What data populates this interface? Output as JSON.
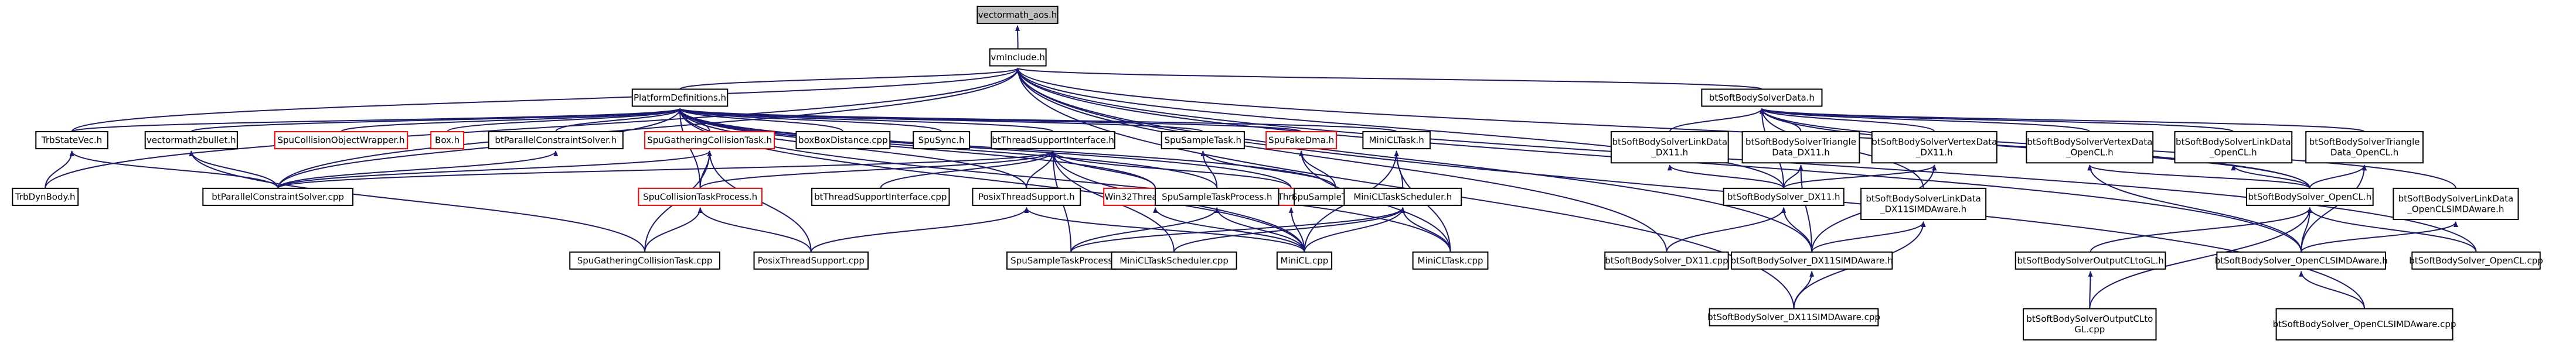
{
  "colors": {
    "edge": "#191970",
    "border_default": "#000000",
    "border_truncated": "#ff0000",
    "fill_default": "#ffffff",
    "fill_root": "#bfbfbf"
  },
  "nodes": [
    {
      "id": "vectormath_aos",
      "lines": [
        "vectormath_aos.h"
      ],
      "style": "root"
    },
    {
      "id": "vmInclude",
      "lines": [
        "vmInclude.h"
      ]
    },
    {
      "id": "PlatformDefinitions",
      "lines": [
        "PlatformDefinitions.h"
      ]
    },
    {
      "id": "btSoftBodySolverData",
      "lines": [
        "btSoftBodySolverData.h"
      ]
    },
    {
      "id": "TrbStateVec",
      "lines": [
        "TrbStateVec.h"
      ]
    },
    {
      "id": "TrbDynBody",
      "lines": [
        "TrbDynBody.h"
      ]
    },
    {
      "id": "vectormath2bullet",
      "lines": [
        "vectormath2bullet.h"
      ]
    },
    {
      "id": "SpuCollisionObjectWrapper",
      "lines": [
        "SpuCollisionObjectWrapper.h"
      ],
      "style": "truncated"
    },
    {
      "id": "Box",
      "lines": [
        "Box.h"
      ],
      "style": "truncated"
    },
    {
      "id": "btParallelConstraintSolver_h",
      "lines": [
        "btParallelConstraintSolver.h"
      ]
    },
    {
      "id": "SpuGatheringCollisionTask_h",
      "lines": [
        "SpuGatheringCollisionTask.h"
      ],
      "style": "truncated"
    },
    {
      "id": "boxBoxDistance",
      "lines": [
        "boxBoxDistance.cpp"
      ]
    },
    {
      "id": "SpuSync",
      "lines": [
        "SpuSync.h"
      ]
    },
    {
      "id": "btThreadSupportInterface_h",
      "lines": [
        "btThreadSupportInterface.h"
      ]
    },
    {
      "id": "SpuSampleTask_h",
      "lines": [
        "SpuSampleTask.h"
      ]
    },
    {
      "id": "SpuFakeDma",
      "lines": [
        "SpuFakeDma.h"
      ],
      "style": "truncated"
    },
    {
      "id": "MiniCLTask_h",
      "lines": [
        "MiniCLTask.h"
      ]
    },
    {
      "id": "btParallelConstraintSolver_cpp",
      "lines": [
        "btParallelConstraintSolver.cpp"
      ]
    },
    {
      "id": "SpuCollisionTaskProcess",
      "lines": [
        "SpuCollisionTaskProcess.h"
      ],
      "style": "truncated"
    },
    {
      "id": "btThreadSupportInterface_cpp",
      "lines": [
        "btThreadSupportInterface.cpp"
      ]
    },
    {
      "id": "PosixThreadSupport_h",
      "lines": [
        "PosixThreadSupport.h"
      ]
    },
    {
      "id": "Win32ThreadSupport",
      "lines": [
        "Win32ThreadSupport.h"
      ],
      "style": "truncated"
    },
    {
      "id": "SequentialThreadSupport",
      "lines": [
        "SequentialThreadSupport.h"
      ],
      "style": "truncated"
    },
    {
      "id": "SpuSampleTaskProcess_h",
      "lines": [
        "SpuSampleTaskProcess.h"
      ]
    },
    {
      "id": "SpuSampleTask_cpp",
      "lines": [
        "SpuSampleTask.cpp"
      ]
    },
    {
      "id": "MiniCLTaskScheduler_h",
      "lines": [
        "MiniCLTaskScheduler.h"
      ]
    },
    {
      "id": "SpuGatheringCollisionTask_cpp",
      "lines": [
        "SpuGatheringCollisionTask.cpp"
      ]
    },
    {
      "id": "PosixThreadSupport_cpp",
      "lines": [
        "PosixThreadSupport.cpp"
      ]
    },
    {
      "id": "SpuSampleTaskProcess_cpp",
      "lines": [
        "SpuSampleTaskProcess.cpp"
      ]
    },
    {
      "id": "MiniCLTaskScheduler_cpp",
      "lines": [
        "MiniCLTaskScheduler.cpp"
      ]
    },
    {
      "id": "MiniCL_cpp",
      "lines": [
        "MiniCL.cpp"
      ]
    },
    {
      "id": "MiniCLTask_cpp",
      "lines": [
        "MiniCLTask.cpp"
      ]
    },
    {
      "id": "LinkData_DX11",
      "lines": [
        "btSoftBodySolverLinkData",
        "_DX11.h"
      ]
    },
    {
      "id": "TriangleData_DX11",
      "lines": [
        "btSoftBodySolverTriangle",
        "Data_DX11.h"
      ]
    },
    {
      "id": "VertexData_DX11",
      "lines": [
        "btSoftBodySolverVertexData",
        "_DX11.h"
      ]
    },
    {
      "id": "VertexData_OpenCL",
      "lines": [
        "btSoftBodySolverVertexData",
        "_OpenCL.h"
      ]
    },
    {
      "id": "LinkData_OpenCL",
      "lines": [
        "btSoftBodySolverLinkData",
        "_OpenCL.h"
      ]
    },
    {
      "id": "TriangleData_OpenCL",
      "lines": [
        "btSoftBodySolverTriangle",
        "Data_OpenCL.h"
      ]
    },
    {
      "id": "Solver_DX11_h",
      "lines": [
        "btSoftBodySolver_DX11.h"
      ]
    },
    {
      "id": "LinkData_DX11SIMDAware",
      "lines": [
        "btSoftBodySolverLinkData",
        "_DX11SIMDAware.h"
      ]
    },
    {
      "id": "Solver_OpenCL_h",
      "lines": [
        "btSoftBodySolver_OpenCL.h"
      ]
    },
    {
      "id": "LinkData_OpenCLSIMDAware",
      "lines": [
        "btSoftBodySolverLinkData",
        "_OpenCLSIMDAware.h"
      ]
    },
    {
      "id": "Solver_DX11_cpp",
      "lines": [
        "btSoftBodySolver_DX11.cpp"
      ]
    },
    {
      "id": "Solver_DX11SIMDAware_h",
      "lines": [
        "btSoftBodySolver_DX11SIMDAware.h"
      ]
    },
    {
      "id": "OutputCLtoGL_h",
      "lines": [
        "btSoftBodySolverOutputCLtoGL.h"
      ]
    },
    {
      "id": "Solver_OpenCLSIMDAware_h",
      "lines": [
        "btSoftBodySolver_OpenCLSIMDAware.h"
      ]
    },
    {
      "id": "Solver_OpenCL_cpp",
      "lines": [
        "btSoftBodySolver_OpenCL.cpp"
      ]
    },
    {
      "id": "Solver_DX11SIMDAware_cpp",
      "lines": [
        "btSoftBodySolver_DX11SIMDAware.cpp"
      ]
    },
    {
      "id": "OutputCLtoGL_cpp",
      "lines": [
        "btSoftBodySolverOutputCLto",
        "GL.cpp"
      ]
    },
    {
      "id": "Solver_OpenCLSIMDAware_cpp",
      "lines": [
        "btSoftBodySolver_OpenCLSIMDAware.cpp"
      ]
    }
  ],
  "edges": [
    [
      "vmInclude",
      "vectormath_aos"
    ],
    [
      "PlatformDefinitions",
      "vmInclude"
    ],
    [
      "btSoftBodySolverData",
      "vmInclude"
    ],
    [
      "TrbStateVec",
      "vmInclude"
    ],
    [
      "TrbDynBody",
      "vmInclude"
    ],
    [
      "btParallelConstraintSolver_cpp",
      "vmInclude"
    ],
    [
      "Solver_DX11_h",
      "vmInclude"
    ],
    [
      "Solver_DX11_cpp",
      "vmInclude"
    ],
    [
      "Solver_DX11SIMDAware_h",
      "vmInclude"
    ],
    [
      "Solver_DX11SIMDAware_cpp",
      "vmInclude"
    ],
    [
      "Solver_OpenCL_h",
      "vmInclude"
    ],
    [
      "Solver_OpenCL_cpp",
      "vmInclude"
    ],
    [
      "Solver_OpenCLSIMDAware_h",
      "vmInclude"
    ],
    [
      "Solver_OpenCLSIMDAware_cpp",
      "vmInclude"
    ],
    [
      "TrbStateVec",
      "PlatformDefinitions"
    ],
    [
      "vectormath2bullet",
      "PlatformDefinitions"
    ],
    [
      "SpuCollisionObjectWrapper",
      "PlatformDefinitions"
    ],
    [
      "Box",
      "PlatformDefinitions"
    ],
    [
      "btParallelConstraintSolver_h",
      "PlatformDefinitions"
    ],
    [
      "SpuGatheringCollisionTask_h",
      "PlatformDefinitions"
    ],
    [
      "boxBoxDistance",
      "PlatformDefinitions"
    ],
    [
      "SpuSync",
      "PlatformDefinitions"
    ],
    [
      "btThreadSupportInterface_h",
      "PlatformDefinitions"
    ],
    [
      "SpuSampleTask_h",
      "PlatformDefinitions"
    ],
    [
      "SpuFakeDma",
      "PlatformDefinitions"
    ],
    [
      "MiniCLTask_h",
      "PlatformDefinitions"
    ],
    [
      "btParallelConstraintSolver_cpp",
      "PlatformDefinitions"
    ],
    [
      "SpuCollisionTaskProcess",
      "PlatformDefinitions"
    ],
    [
      "PosixThreadSupport_h",
      "PlatformDefinitions"
    ],
    [
      "Win32ThreadSupport",
      "PlatformDefinitions"
    ],
    [
      "SequentialThreadSupport",
      "PlatformDefinitions"
    ],
    [
      "SpuSampleTaskProcess_h",
      "PlatformDefinitions"
    ],
    [
      "SpuSampleTask_cpp",
      "PlatformDefinitions"
    ],
    [
      "MiniCL_cpp",
      "PlatformDefinitions"
    ],
    [
      "MiniCLTask_cpp",
      "PlatformDefinitions"
    ],
    [
      "TrbDynBody",
      "TrbStateVec"
    ],
    [
      "btParallelConstraintSolver_cpp",
      "TrbStateVec"
    ],
    [
      "btParallelConstraintSolver_cpp",
      "vectormath2bullet"
    ],
    [
      "SpuGatheringCollisionTask_cpp",
      "vectormath2bullet"
    ],
    [
      "btParallelConstraintSolver_cpp",
      "btParallelConstraintSolver_h"
    ],
    [
      "SpuGatheringCollisionTask_cpp",
      "SpuGatheringCollisionTask_h"
    ],
    [
      "SpuCollisionTaskProcess",
      "SpuGatheringCollisionTask_h"
    ],
    [
      "PosixThreadSupport_cpp",
      "SpuGatheringCollisionTask_h"
    ],
    [
      "btParallelConstraintSolver_cpp",
      "SpuGatheringCollisionTask_h"
    ],
    [
      "btParallelConstraintSolver_cpp",
      "btThreadSupportInterface_h"
    ],
    [
      "SpuCollisionTaskProcess",
      "btThreadSupportInterface_h"
    ],
    [
      "btThreadSupportInterface_cpp",
      "btThreadSupportInterface_h"
    ],
    [
      "PosixThreadSupport_h",
      "btThreadSupportInterface_h"
    ],
    [
      "Win32ThreadSupport",
      "btThreadSupportInterface_h"
    ],
    [
      "SequentialThreadSupport",
      "btThreadSupportInterface_h"
    ],
    [
      "SpuSampleTaskProcess_cpp",
      "btThreadSupportInterface_h"
    ],
    [
      "MiniCLTaskScheduler_cpp",
      "btThreadSupportInterface_h"
    ],
    [
      "MiniCL_cpp",
      "btThreadSupportInterface_h"
    ],
    [
      "SpuSampleTaskProcess_h",
      "SpuSampleTask_h"
    ],
    [
      "SpuSampleTask_cpp",
      "SpuSampleTask_h"
    ],
    [
      "SpuSampleTask_cpp",
      "SpuFakeDma"
    ],
    [
      "MiniCLTask_cpp",
      "SpuFakeDma"
    ],
    [
      "MiniCLTaskScheduler_h",
      "MiniCLTask_h"
    ],
    [
      "MiniCLTask_cpp",
      "MiniCLTask_h"
    ],
    [
      "MiniCL_cpp",
      "MiniCLTask_h"
    ],
    [
      "SpuGatheringCollisionTask_cpp",
      "SpuCollisionTaskProcess"
    ],
    [
      "PosixThreadSupport_cpp",
      "SpuCollisionTaskProcess"
    ],
    [
      "PosixThreadSupport_cpp",
      "PosixThreadSupport_h"
    ],
    [
      "MiniCL_cpp",
      "PosixThreadSupport_h"
    ],
    [
      "MiniCL_cpp",
      "Win32ThreadSupport"
    ],
    [
      "MiniCL_cpp",
      "SequentialThreadSupport"
    ],
    [
      "SpuSampleTaskProcess_cpp",
      "SpuSampleTaskProcess_h"
    ],
    [
      "MiniCL_cpp",
      "SpuSampleTaskProcess_h"
    ],
    [
      "MiniCLTaskScheduler_cpp",
      "MiniCLTaskScheduler_h"
    ],
    [
      "MiniCL_cpp",
      "MiniCLTaskScheduler_h"
    ],
    [
      "SpuSampleTaskProcess_cpp",
      "MiniCLTaskScheduler_h"
    ],
    [
      "MiniCLTask_cpp",
      "MiniCLTaskScheduler_h"
    ],
    [
      "LinkData_DX11",
      "btSoftBodySolverData"
    ],
    [
      "TriangleData_DX11",
      "btSoftBodySolverData"
    ],
    [
      "VertexData_DX11",
      "btSoftBodySolverData"
    ],
    [
      "LinkData_DX11SIMDAware",
      "btSoftBodySolverData"
    ],
    [
      "VertexData_OpenCL",
      "btSoftBodySolverData"
    ],
    [
      "LinkData_OpenCL",
      "btSoftBodySolverData"
    ],
    [
      "TriangleData_OpenCL",
      "btSoftBodySolverData"
    ],
    [
      "LinkData_OpenCLSIMDAware",
      "btSoftBodySolverData"
    ],
    [
      "Solver_DX11_h",
      "btSoftBodySolverData"
    ],
    [
      "Solver_OpenCL_h",
      "btSoftBodySolverData"
    ],
    [
      "Solver_DX11_h",
      "LinkData_DX11"
    ],
    [
      "Solver_DX11_h",
      "TriangleData_DX11"
    ],
    [
      "Solver_DX11SIMDAware_h",
      "TriangleData_DX11"
    ],
    [
      "Solver_DX11_h",
      "VertexData_DX11"
    ],
    [
      "Solver_DX11SIMDAware_h",
      "VertexData_DX11"
    ],
    [
      "Solver_OpenCL_h",
      "VertexData_OpenCL"
    ],
    [
      "Solver_OpenCLSIMDAware_h",
      "VertexData_OpenCL"
    ],
    [
      "Solver_OpenCL_h",
      "LinkData_OpenCL"
    ],
    [
      "Solver_OpenCL_h",
      "TriangleData_OpenCL"
    ],
    [
      "Solver_OpenCLSIMDAware_h",
      "TriangleData_OpenCL"
    ],
    [
      "Solver_DX11_cpp",
      "Solver_DX11_h"
    ],
    [
      "Solver_DX11SIMDAware_h",
      "Solver_DX11_h"
    ],
    [
      "Solver_DX11SIMDAware_h",
      "LinkData_DX11SIMDAware"
    ],
    [
      "Solver_DX11SIMDAware_cpp",
      "LinkData_DX11SIMDAware"
    ],
    [
      "OutputCLtoGL_h",
      "Solver_OpenCL_h"
    ],
    [
      "OutputCLtoGL_cpp",
      "Solver_OpenCL_h"
    ],
    [
      "Solver_OpenCLSIMDAware_h",
      "Solver_OpenCL_h"
    ],
    [
      "Solver_OpenCL_cpp",
      "Solver_OpenCL_h"
    ],
    [
      "Solver_OpenCLSIMDAware_h",
      "LinkData_OpenCLSIMDAware"
    ],
    [
      "Solver_DX11SIMDAware_cpp",
      "Solver_DX11SIMDAware_h"
    ],
    [
      "OutputCLtoGL_cpp",
      "OutputCLtoGL_h"
    ],
    [
      "Solver_OpenCLSIMDAware_cpp",
      "Solver_OpenCLSIMDAware_h"
    ]
  ]
}
